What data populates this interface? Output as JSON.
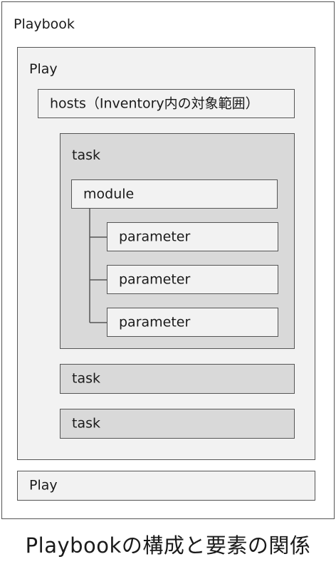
{
  "diagram": {
    "playbook_label": "Playbook",
    "play_label": "Play",
    "hosts_label": "hosts（Inventory内の対象範囲）",
    "task_label": "task",
    "module_label": "module",
    "parameters": [
      "parameter",
      "parameter",
      "parameter"
    ],
    "tasks_collapsed": [
      "task",
      "task"
    ],
    "second_play_label": "Play",
    "caption": "Playbookの構成と要素の関係"
  }
}
